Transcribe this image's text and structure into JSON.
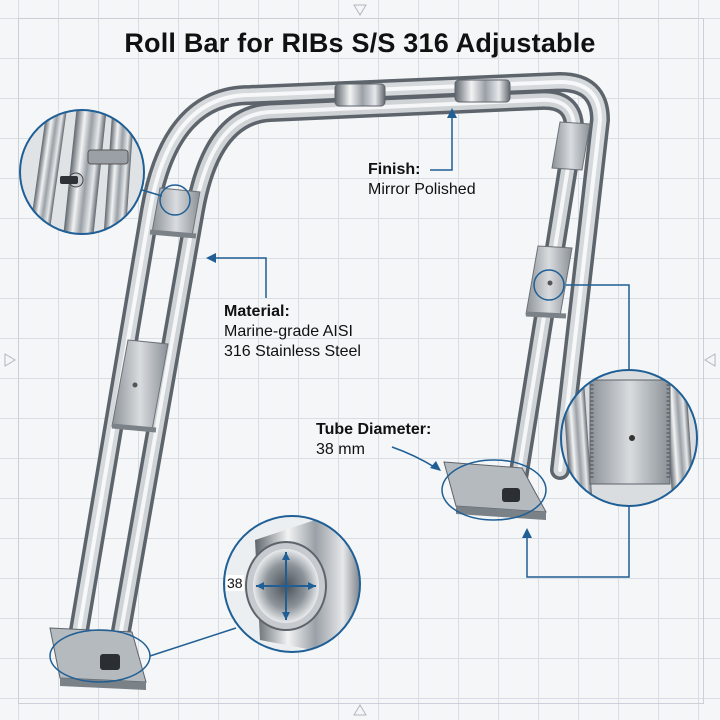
{
  "title": "Roll Bar for RIBs S/S 316 Adjustable",
  "callouts": {
    "finish": {
      "label": "Finish:",
      "value": "Mirror Polished"
    },
    "material": {
      "label": "Material:",
      "value_line1": "Marine-grade AISI",
      "value_line2": "316 Stainless Steel"
    },
    "tube": {
      "label": "Tube Diameter:",
      "value": "38 mm"
    }
  },
  "tube_cross_section_label": "38",
  "colors": {
    "accent": "#1f5f95",
    "steel_light": "#e8eaec",
    "steel_dark": "#6f767d",
    "grid": "#d7dde3"
  }
}
